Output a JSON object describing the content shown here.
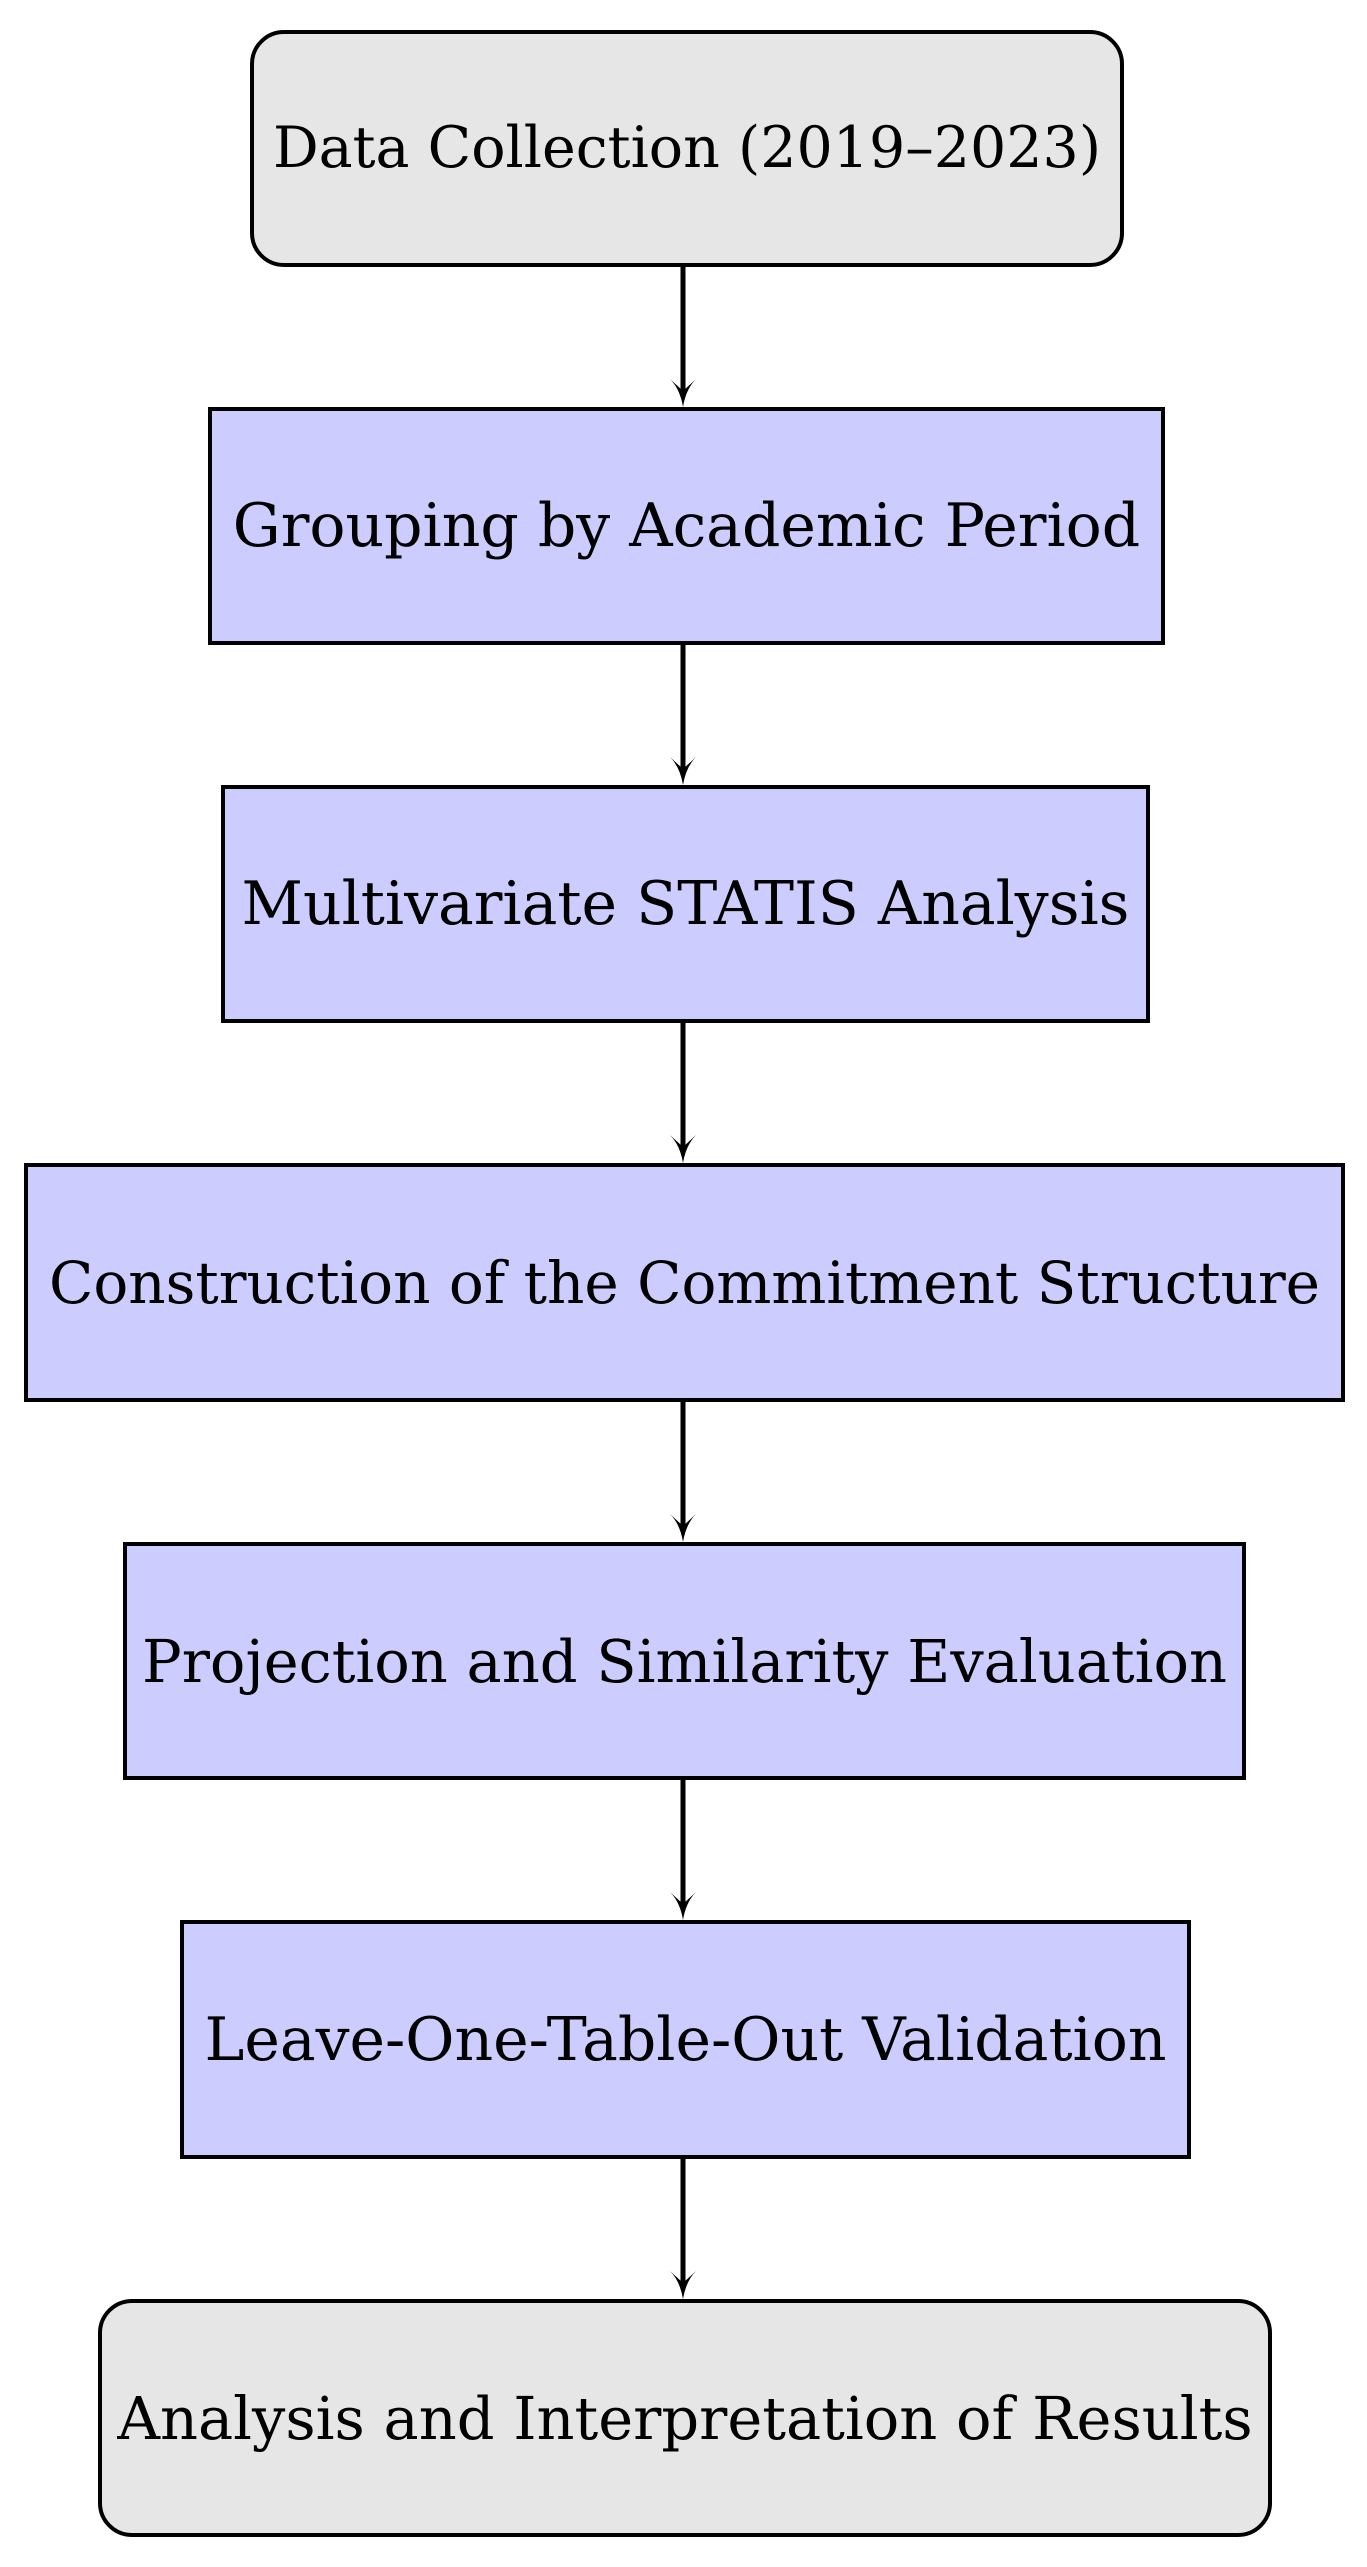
{
  "flowchart": {
    "steps": [
      {
        "label": "Data Collection (2019–2023)",
        "kind": "terminal"
      },
      {
        "label": "Grouping by Academic Period",
        "kind": "process"
      },
      {
        "label": "Multivariate STATIS Analysis",
        "kind": "process"
      },
      {
        "label": "Construction of the Commitment Structure",
        "kind": "process"
      },
      {
        "label": "Projection and Similarity Evaluation",
        "kind": "process"
      },
      {
        "label": "Leave-One-Table-Out Validation",
        "kind": "process"
      },
      {
        "label": "Analysis and Interpretation of Results",
        "kind": "terminal"
      }
    ],
    "colors": {
      "terminal_fill": "#e6e6e6",
      "process_fill": "#ccccff",
      "stroke": "#000000"
    }
  }
}
